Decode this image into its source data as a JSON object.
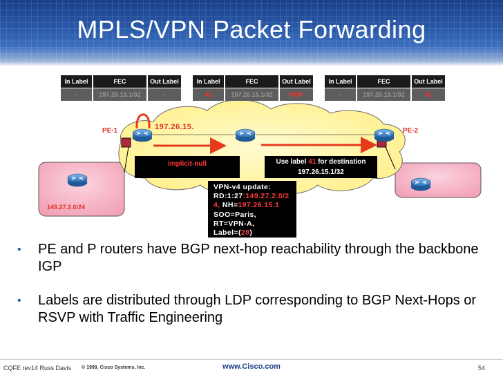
{
  "title": "MPLS/VPN Packet Forwarding",
  "tables": [
    {
      "headers": [
        "In Label",
        "FEC",
        "Out Label"
      ],
      "row": [
        "-",
        "197.26.15.1/32",
        "-"
      ]
    },
    {
      "headers": [
        "In Label",
        "FEC",
        "Out Label"
      ],
      "row": [
        "41",
        "197.26.15.1/32",
        "POP"
      ]
    },
    {
      "headers": [
        "In Label",
        "FEC",
        "Out Label"
      ],
      "row": [
        "-",
        "197.26.15.1/32",
        "41"
      ]
    }
  ],
  "labels": {
    "pe1": "PE-1",
    "pe2": "PE-2",
    "address": "197.26.15.",
    "network": "149.27.2.0/24",
    "implicit_null": "implicit-null",
    "use_label_prefix": "Use label ",
    "use_label_value": "41",
    "use_label_suffix": " for destination",
    "use_label_dest": "197.26.15.1/32"
  },
  "vpnv4": {
    "l1": "VPN-v4  update:",
    "l2a": "RD:1:27",
    "l2b": ":149.27.2.0/2",
    "l3a": "4,",
    "l3b": " NH=",
    "l3c": "197.26.15.1",
    "l4": "SOO=Paris,",
    "l5": "RT=VPN-A,",
    "l6a": "Label=(",
    "l6b": "28",
    "l6c": ")"
  },
  "bullets": [
    "PE and P routers have BGP next-hop reachability through the backbone IGP",
    "Labels are distributed through LDP corresponding to BGP Next-Hops or RSVP with Traffic Engineering"
  ],
  "footer": {
    "left": "CQFE rev14 Russ Davis",
    "copyright": "© 1999, Cisco Systems, Inc.",
    "center": "www.Cisco.com",
    "page": "54"
  },
  "colors": {
    "accent_red": "#e03020",
    "header_blue": "#2a5aaa",
    "cloud_yellow": "#fff6a8",
    "site_pink": "#f6a9bd"
  },
  "icons": [
    "router-icon"
  ]
}
